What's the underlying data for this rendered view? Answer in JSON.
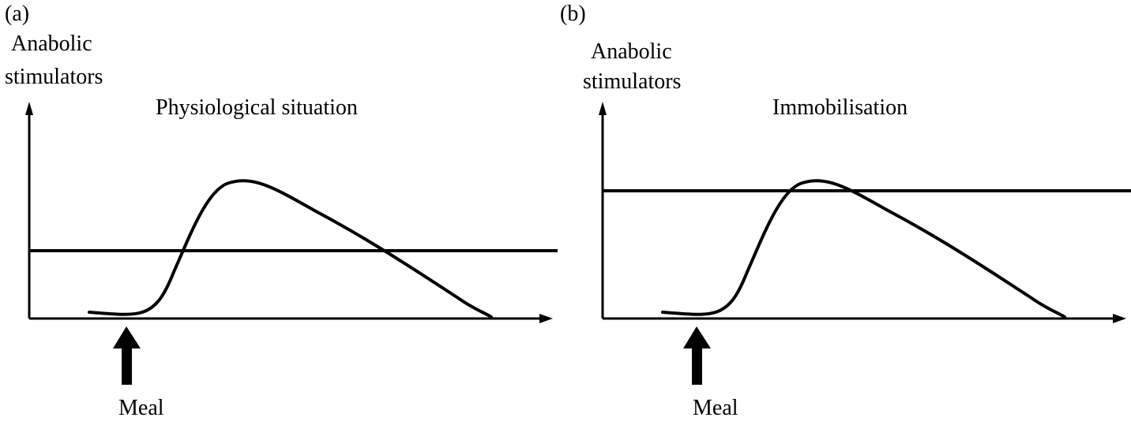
{
  "figure": {
    "panels": [
      {
        "panel_label": "(a)",
        "y_axis_label_line1": "Anabolic",
        "y_axis_label_line2": "stimulators",
        "title": "Physiological situation",
        "marker_label": "Meal"
      },
      {
        "panel_label": "(b)",
        "y_axis_label_line1": "Anabolic",
        "y_axis_label_line2": "stimulators",
        "title": "Immobilisation",
        "marker_label": "Meal"
      }
    ],
    "colors": {
      "ink": "#000000",
      "background": "#ffffff"
    },
    "icons": {
      "meal_marker": "up-arrow-icon"
    }
  }
}
